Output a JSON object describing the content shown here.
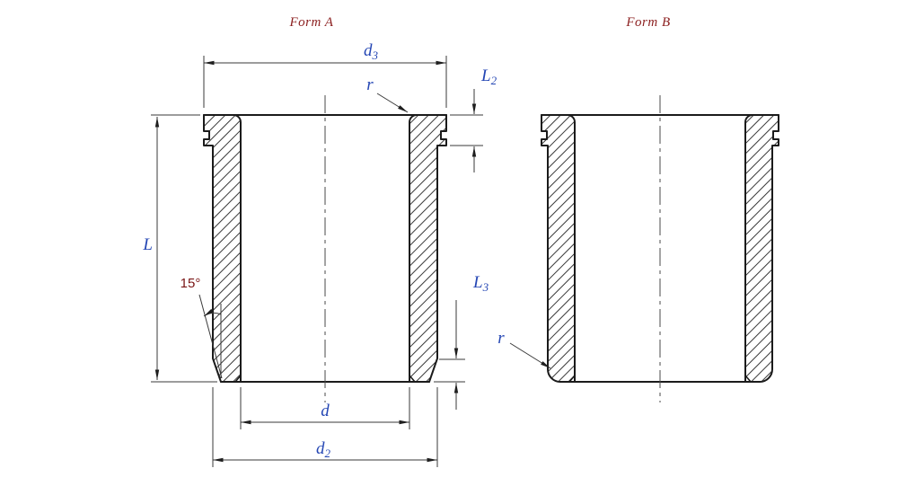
{
  "titles": {
    "form_a": "Form A",
    "form_b": "Form B"
  },
  "dimensions": {
    "d3": {
      "base": "d",
      "sub": "3"
    },
    "l2": {
      "base": "L",
      "sub": "2"
    },
    "r_top": "r",
    "length": "L",
    "taper_angle": "15°",
    "l3": {
      "base": "L",
      "sub": "3"
    },
    "bore": "d",
    "d2": {
      "base": "d",
      "sub": "2"
    },
    "r_bottom": "r"
  },
  "colors": {
    "dimension_label": "#2446b4",
    "title": "#8b1e1e",
    "angle_label": "#7a1515",
    "line": "#1b1b1b"
  }
}
